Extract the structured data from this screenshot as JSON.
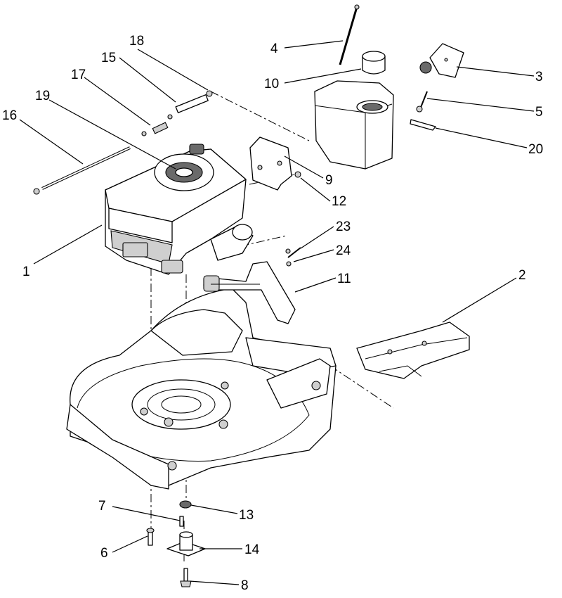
{
  "callouts": [
    {
      "id": "c1",
      "label": "1"
    },
    {
      "id": "c2",
      "label": "2"
    },
    {
      "id": "c3",
      "label": "3"
    },
    {
      "id": "c4",
      "label": "4"
    },
    {
      "id": "c5",
      "label": "5"
    },
    {
      "id": "c6",
      "label": "6"
    },
    {
      "id": "c7",
      "label": "7"
    },
    {
      "id": "c8",
      "label": "8"
    },
    {
      "id": "c9",
      "label": "9"
    },
    {
      "id": "c10",
      "label": "10"
    },
    {
      "id": "c11",
      "label": "11"
    },
    {
      "id": "c12",
      "label": "12"
    },
    {
      "id": "c13",
      "label": "13"
    },
    {
      "id": "c14",
      "label": "14"
    },
    {
      "id": "c15",
      "label": "15"
    },
    {
      "id": "c16",
      "label": "16"
    },
    {
      "id": "c17",
      "label": "17"
    },
    {
      "id": "c18",
      "label": "18"
    },
    {
      "id": "c19",
      "label": "19"
    },
    {
      "id": "c20",
      "label": "20"
    },
    {
      "id": "c23",
      "label": "23"
    },
    {
      "id": "c24",
      "label": "24"
    }
  ]
}
